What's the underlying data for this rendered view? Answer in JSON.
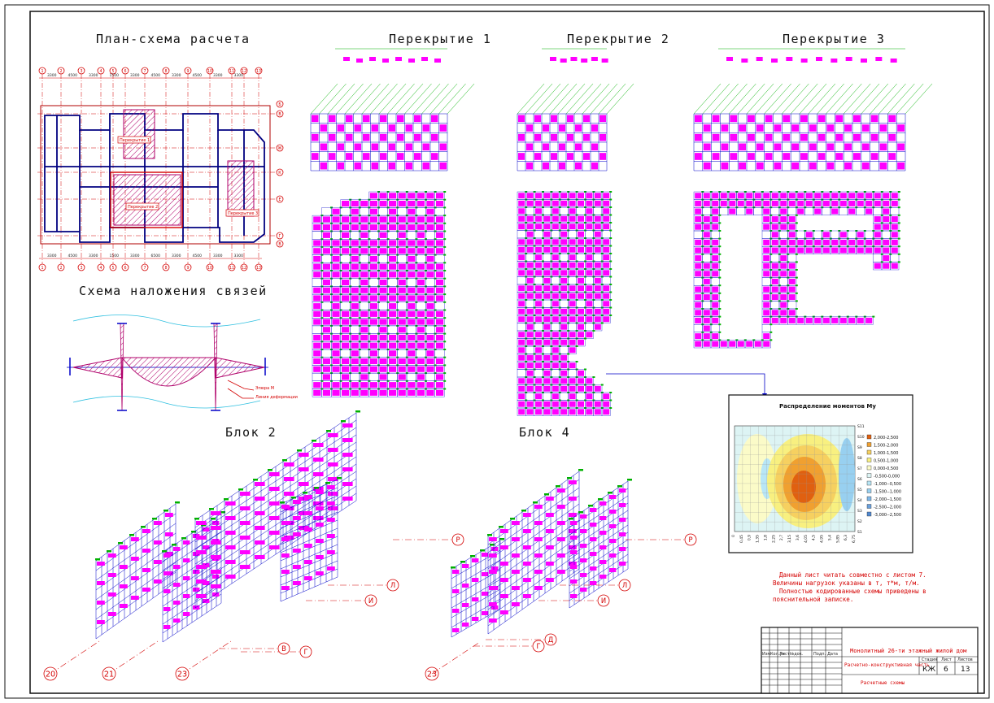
{
  "titles": {
    "plan": "План-схема расчета",
    "floor1": "Перекрытие 1",
    "floor2": "Перекрытие 2",
    "floor3": "Перекрытие 3",
    "links": "Схема наложения связей",
    "block2": "Блок 2",
    "block4": "Блок 4"
  },
  "plan": {
    "dims_top": [
      "3300",
      "4500",
      "3300",
      "1500",
      "3300",
      "4500",
      "3300",
      "4500",
      "3300",
      "3300"
    ],
    "dims_bottom": [
      "3300",
      "4500",
      "3300",
      "1500",
      "3300",
      "6500",
      "3300",
      "4500",
      "3300",
      "3300"
    ],
    "axes_right": [
      "Б",
      "В",
      "Ж",
      "К",
      "Е",
      "Г",
      "В"
    ],
    "labels": [
      "Перекрытие 1",
      "Перекрытие 2",
      "Перекрытие 3"
    ]
  },
  "links_legend": {
    "moment": "Эпюра M",
    "deform": "Линия деформации"
  },
  "axis_marks": {
    "block2": [
      "Р",
      "Л",
      "И",
      "Г",
      "В"
    ],
    "block2_bottom": [
      "20",
      "21",
      "23"
    ],
    "block4": [
      "Р",
      "Л",
      "И",
      "Д",
      "Г"
    ],
    "block4_bottom": [
      "23"
    ]
  },
  "chart_box": {
    "title": "Распределение моментов My",
    "legend": [
      "2,000-2,500",
      "1,500-2,000",
      "1,000-1,500",
      "0,500-1,000",
      "0,000-0,500",
      "-0,500-0,000",
      "-1,000--0,500",
      "-1,500--1,000",
      "-2,000--1,500",
      "-2,500--2,000",
      "-3,000--2,500"
    ],
    "legend_colors": [
      "#e06010",
      "#f0a030",
      "#f6d060",
      "#f8f080",
      "#fbfbc8",
      "#ddf4f4",
      "#b8e6f6",
      "#98d0f0",
      "#80b8e8",
      "#6aa0dc",
      "#5088d0"
    ],
    "x_ticks": [
      "0",
      "0,45",
      "0,9",
      "1,35",
      "1,8",
      "2,25",
      "2,7",
      "3,15",
      "3,6",
      "4,05",
      "4,5",
      "4,95",
      "5,4",
      "5,85",
      "6,3",
      "6,75"
    ],
    "y_ticks": [
      "S11",
      "S10",
      "S9",
      "S8",
      "S7",
      "S6",
      "S5",
      "S4",
      "S3",
      "S2",
      "S1"
    ]
  },
  "note": [
    "Данный лист читать совместно с листом 7.",
    "Величины нагрузок указаны в т, т*м, т/м.",
    "Полностью кодированные схемы приведены в",
    "пояснительной записке."
  ],
  "title_block": {
    "project": "Монолитный 26-ти этажный жилой дом",
    "section": "Расчетно-конструктивная часть",
    "sheet_name": "Расчетные схемы",
    "code": "КЖ",
    "stage_label": "Стадия",
    "sheet_label": "Лист",
    "sheets_label": "Листов",
    "sheet": "6",
    "sheets": "13",
    "cols": [
      "Изм.",
      "Кол.уч",
      "Лист",
      "№док.",
      "Подп.",
      "Дата"
    ]
  },
  "colors": {
    "cad_green": "#00b000",
    "cad_blue": "#0000c8",
    "cad_magenta": "#ff00ff",
    "cad_red": "#d40000",
    "hatch": "#b0006a"
  }
}
